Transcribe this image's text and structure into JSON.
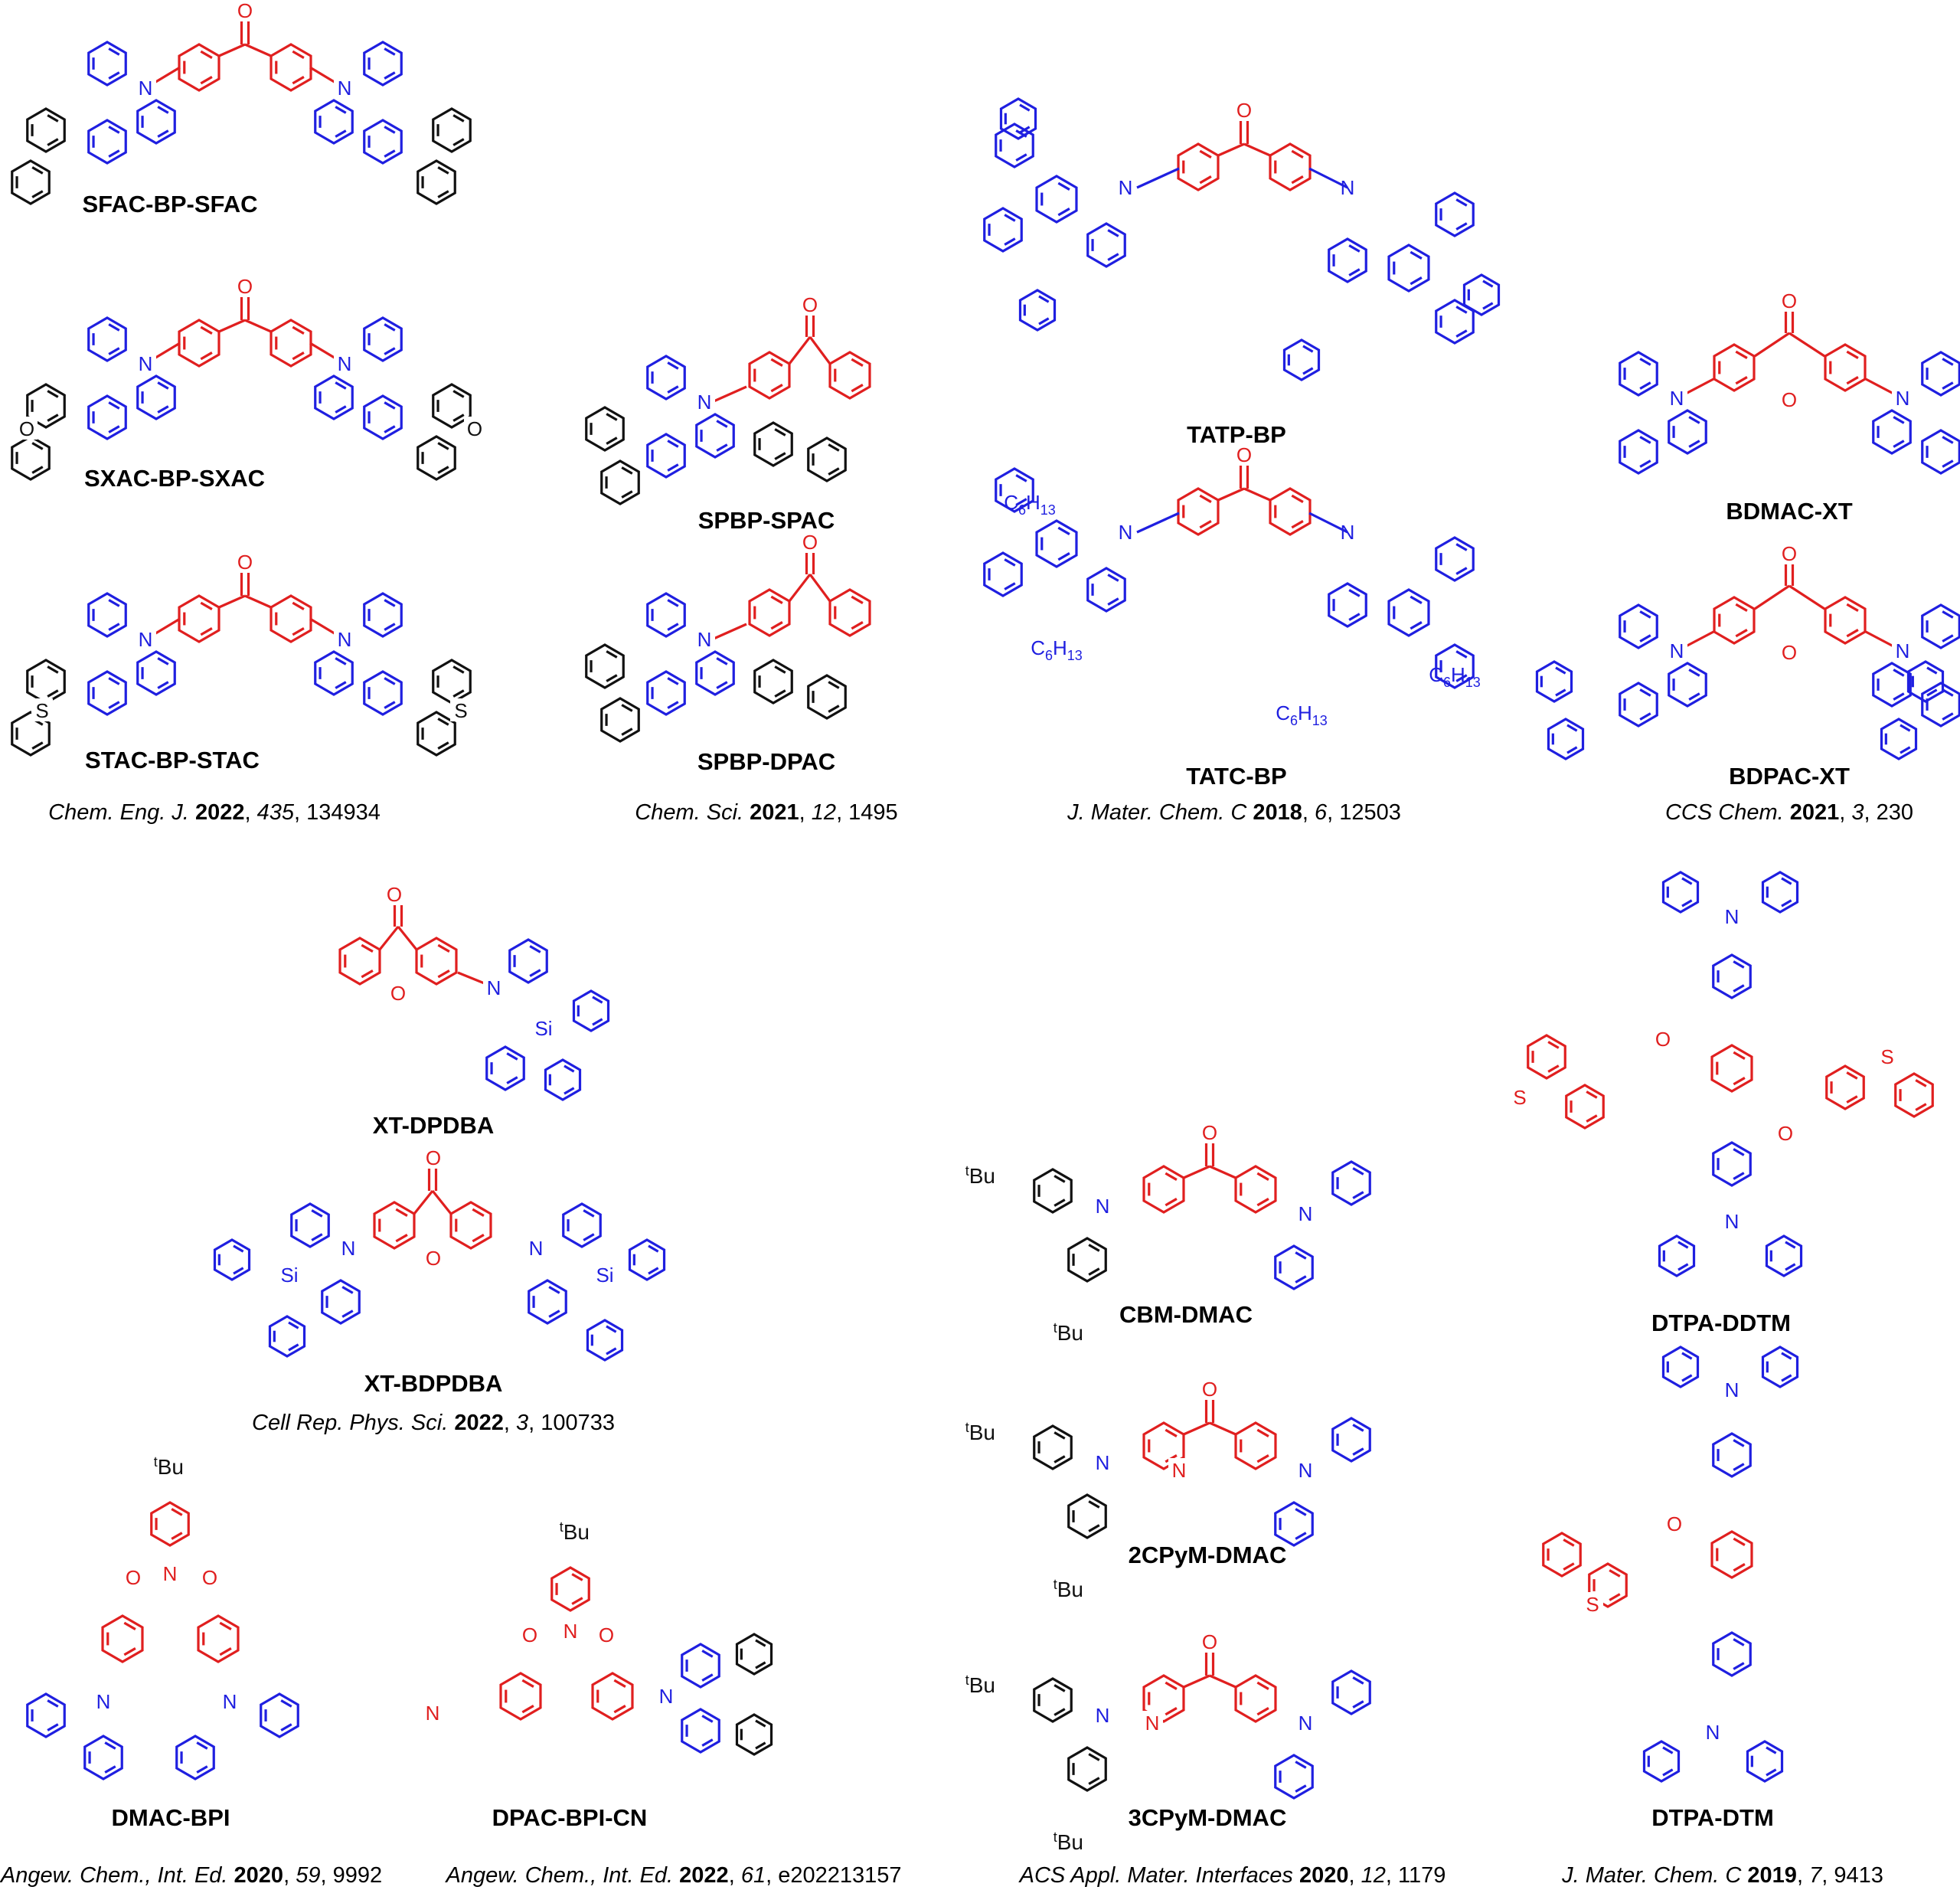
{
  "colors": {
    "donor": "#1f1fe0",
    "acceptor": "#e01f1f",
    "neutral": "#111111"
  },
  "molecules": [
    {
      "id": "sfac",
      "label": "SFAC-BP-SFAC"
    },
    {
      "id": "sxac",
      "label": "SXAC-BP-SXAC"
    },
    {
      "id": "stac",
      "label": "STAC-BP-STAC"
    },
    {
      "id": "spbp-spac",
      "label": "SPBP-SPAC"
    },
    {
      "id": "spbp-dpac",
      "label": "SPBP-DPAC"
    },
    {
      "id": "tatp",
      "label": "TATP-BP"
    },
    {
      "id": "tatc",
      "label": "TATC-BP"
    },
    {
      "id": "bdmac",
      "label": "BDMAC-XT"
    },
    {
      "id": "bdpac",
      "label": "BDPAC-XT"
    },
    {
      "id": "xt-dpdba",
      "label": "XT-DPDBA"
    },
    {
      "id": "xt-bdpdba",
      "label": "XT-BDPDBA"
    },
    {
      "id": "dmac-bpi",
      "label": "DMAC-BPI"
    },
    {
      "id": "dpac-bpi-cn",
      "label": "DPAC-BPI-CN"
    },
    {
      "id": "cbm",
      "label": "CBM-DMAC"
    },
    {
      "id": "2cpym",
      "label": "2CPyM-DMAC"
    },
    {
      "id": "3cpym",
      "label": "3CPyM-DMAC"
    },
    {
      "id": "dtpa-ddtm",
      "label": "DTPA-DDTM"
    },
    {
      "id": "dtpa-dtm",
      "label": "DTPA-DTM"
    }
  ],
  "references": [
    {
      "journal": "Chem. Eng. J.",
      "year": "2022",
      "volume": "435",
      "page": "134934"
    },
    {
      "journal": "Chem. Sci.",
      "year": "2021",
      "volume": "12",
      "page": "1495"
    },
    {
      "journal": "J. Mater. Chem. C",
      "year": "2018",
      "volume": "6",
      "page": "12503"
    },
    {
      "journal": "CCS Chem.",
      "year": "2021",
      "volume": "3",
      "page": "230"
    },
    {
      "journal": "Cell Rep. Phys. Sci.",
      "year": "2022",
      "volume": "3",
      "page": "100733"
    },
    {
      "journal": "Angew. Chem., Int. Ed.",
      "year": "2020",
      "volume": "59",
      "page": "9992"
    },
    {
      "journal": "Angew. Chem., Int. Ed.",
      "year": "2022",
      "volume": "61",
      "page": "e202213157"
    },
    {
      "journal": "ACS Appl. Mater. Interfaces",
      "year": "2020",
      "volume": "12",
      "page": "1179"
    },
    {
      "journal": "J. Mater. Chem. C",
      "year": "2019",
      "volume": "7",
      "page": "9413"
    }
  ],
  "atoms": {
    "n": "N",
    "o": "O",
    "s": "S",
    "si": "Si",
    "hexyl_c": "C",
    "hexyl_6": "6",
    "hexyl_h": "H",
    "hexyl_13": "13",
    "tbu_t": "t",
    "tbu_bu": "Bu"
  }
}
